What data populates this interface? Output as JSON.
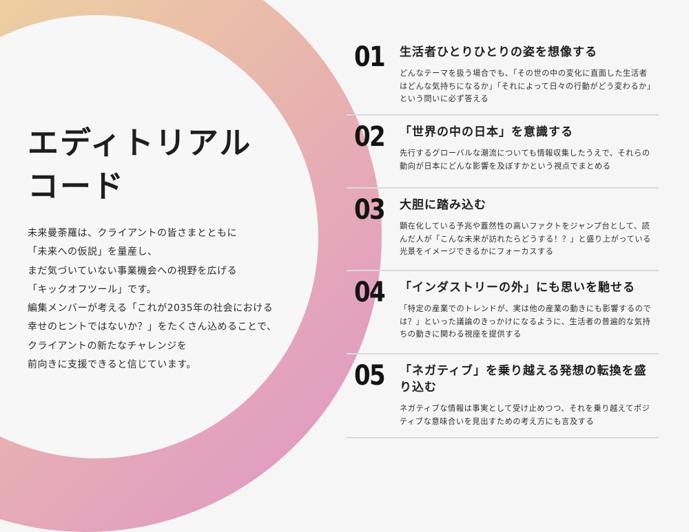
{
  "colors": {
    "background": "#f6f6f6",
    "ring_gradient_start": "#f0de98",
    "ring_gradient_mid": "#e8b4ae",
    "ring_gradient_end": "#de96c6",
    "divider": "#dadada",
    "text": "#1e1e1e"
  },
  "hero": {
    "title_line1": "エディトリアル",
    "title_line2": "コード",
    "intro": [
      "未来曼荼羅は、クライアントの皆さまとともに",
      "「未来への仮説」を量産し、",
      "まだ気づいていない事業機会への視野を広げる",
      "「キックオフツール」です。",
      "編集メンバーが考える「これが2035年の社会における",
      "幸せのヒントではないか？」をたくさん込めることで、",
      "クライアントの新たなチャレンジを",
      "前向きに支援できると信じています。"
    ]
  },
  "points": [
    {
      "number": "01",
      "heading": "生活者ひとりひとりの姿を想像する",
      "description": "どんなテーマを扱う場合でも、「その世の中の変化に直面した生活者はどんな気持ちになるか」「それによって日々の行動がどう変わるか」という問いに必ず答える"
    },
    {
      "number": "02",
      "heading": "「世界の中の日本」を意識する",
      "description": "先行するグローバルな潮流についても情報収集したうえで、それらの動向が日本にどんな影響を及ぼすかという視点でまとめる"
    },
    {
      "number": "03",
      "heading": "大胆に踏み込む",
      "description": "顕在化している予兆や蓋然性の高いファクトをジャンプ台として、読んだ人が「こんな未来が訪れたらどうする！？」と盛り上がっている光景をイメージできるかにフォーカスする"
    },
    {
      "number": "04",
      "heading": "「インダストリーの外」にも思いを馳せる",
      "description": "「特定の産業でのトレンドが、実は他の産業の動きにも影響するのでは？」といった議論のきっかけになるように、生活者の普遍的な気持ちの動きに関わる視座を提供する"
    },
    {
      "number": "05",
      "heading": "「ネガティブ」を乗り越える発想の転換を盛り込む",
      "description": "ネガティブな情報は事実として受け止めつつ、それを乗り越えてポジティブな意味合いを見出すための考え方にも言及する"
    }
  ]
}
